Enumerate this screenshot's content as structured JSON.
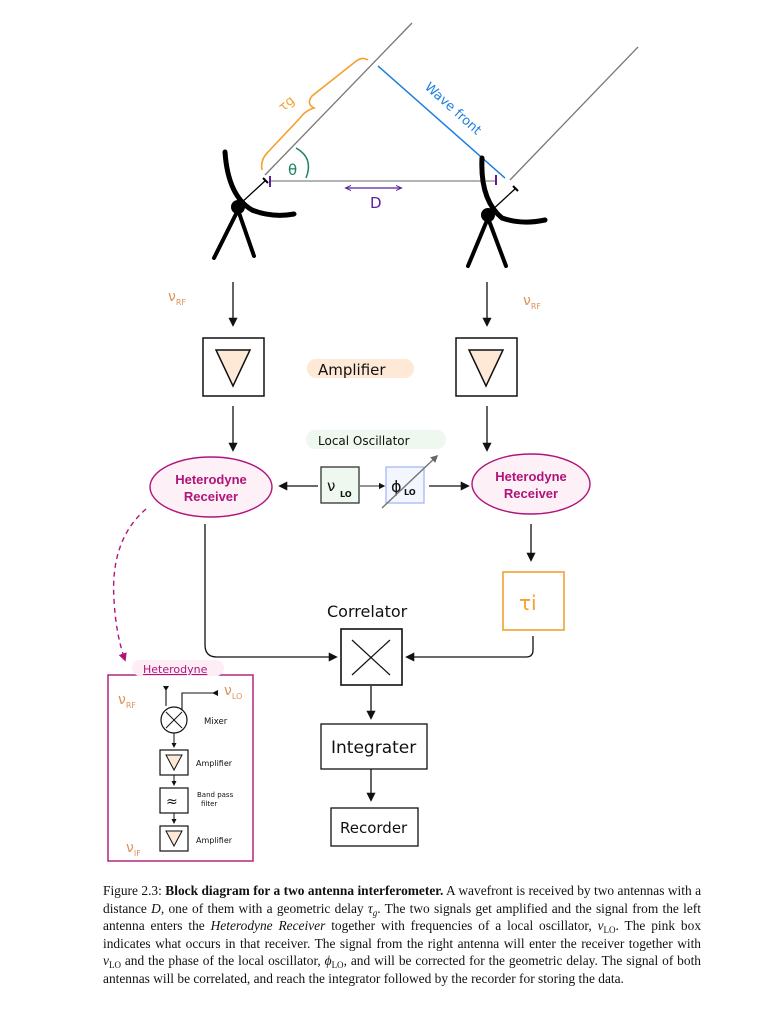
{
  "diagram": {
    "labels": {
      "tau_g": "τg",
      "wave_front": "Wave front",
      "theta": "θ",
      "baseline": "D",
      "nu_rf_left": "νRF",
      "nu_rf_right": "νRF",
      "amplifier": "Amplifier",
      "local_oscillator": "Local Oscillator",
      "nu_lo_box": "ν",
      "nu_lo_sub": "LO",
      "phi_lo_box": "ϕ",
      "phi_lo_sub": "LO",
      "receiver_left_line1": "Heterodyne",
      "receiver_left_line2": "Receiver",
      "receiver_right_line1": "Heterodyne",
      "receiver_right_line2": "Receiver",
      "delay_box": "τi",
      "correlator": "Correlator",
      "integrator": "Integrater",
      "recorder": "Recorder"
    },
    "inset": {
      "title": "Heterodyne",
      "nu_rf": "ν",
      "nu_rf_sub": "RF",
      "nu_lo": "ν",
      "nu_lo_sub": "LO",
      "nu_if": "ν",
      "nu_if_sub": "IF",
      "mixer": "Mixer",
      "amplifier_1": "Amplifier",
      "bandpass_line1": "Band pass",
      "bandpass_line2": "filter",
      "amplifier_2": "Amplifier"
    },
    "colors": {
      "orange": "#f5a030",
      "blue": "#1c7fe0",
      "green": "#1a8060",
      "purple": "#5b1d9a",
      "tan": "#d9925a",
      "magenta": "#b0147a",
      "peach": "#fde9d6",
      "mint": "#eef8ee",
      "lightblue": "#a8b8f0"
    }
  },
  "caption": {
    "figure_label": "Figure 2.3:",
    "title": "Block diagram for a two antenna interferometer.",
    "text_1": "A wavefront is received by two antennas with a distance ",
    "D": "D",
    "text_2": ", one of them with a geometric delay ",
    "tau": "τ",
    "tau_sub": "g",
    "text_3": ". The two signals get amplified and the signal from the left antenna enters the ",
    "receiver": "Heterodyne Receiver",
    "text_4": " together with frequencies of a local oscillator, ",
    "nu": "ν",
    "nu_sub": "LO",
    "text_5": ". The pink box indicates what occurs in that receiver. The signal from the right antenna will enter the receiver together with ",
    "nu2": "ν",
    "nu2_sub": "LO",
    "text_6": " and the phase of the local oscillator, ",
    "phi": "ϕ",
    "phi_sub": "LO",
    "text_7": ", and will be corrected for the geometric delay. The signal of both antennas will be correlated, and reach the integrator followed by the recorder for storing the data."
  }
}
